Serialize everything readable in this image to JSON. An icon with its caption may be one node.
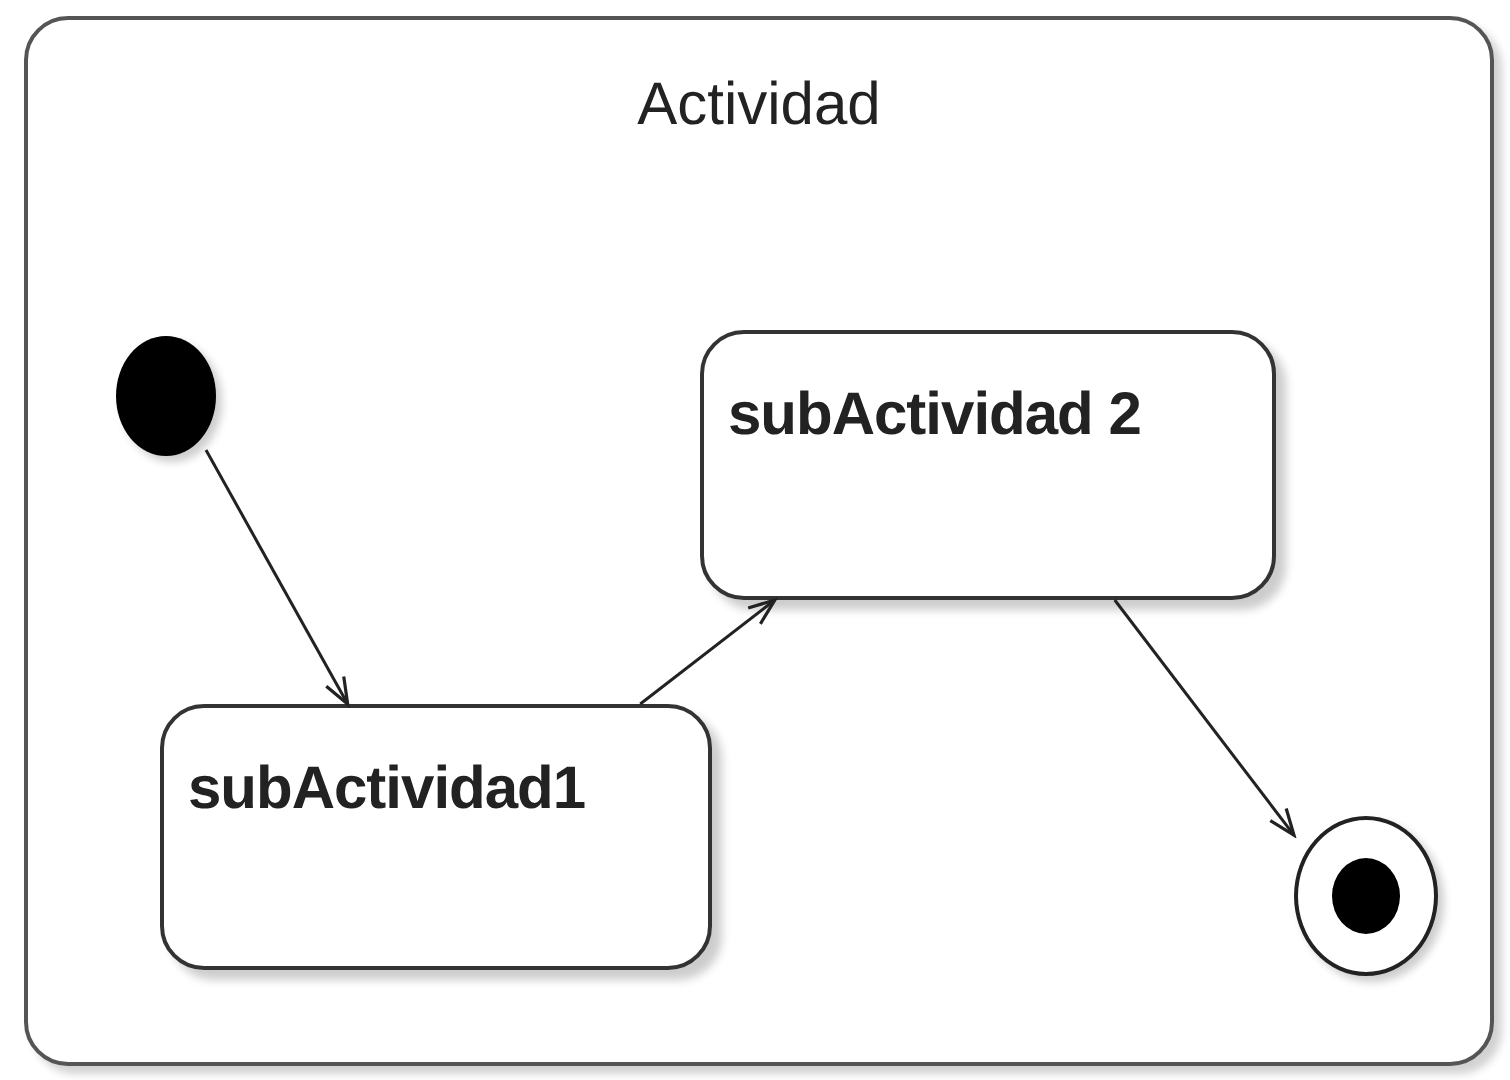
{
  "diagram": {
    "nodes": [
      {
        "text": [
          "Actividad"
        ]
      },
      {
        "text": [],
        "shape": "circle",
        "in": 0
      },
      {
        "text": [
          "subActividad1"
        ],
        "in": 0
      },
      {
        "text": [
          "subActividad 2"
        ],
        "in": 0
      },
      {
        "text": [],
        "shape": "circle",
        "in": 0
      }
    ],
    "edges": [
      {
        "from": 1,
        "to": 2,
        "arrow": "to"
      },
      {
        "from": 2,
        "to": 3,
        "arrow": "to"
      },
      {
        "from": 3,
        "to": 4,
        "arrow": "to"
      }
    ]
  }
}
